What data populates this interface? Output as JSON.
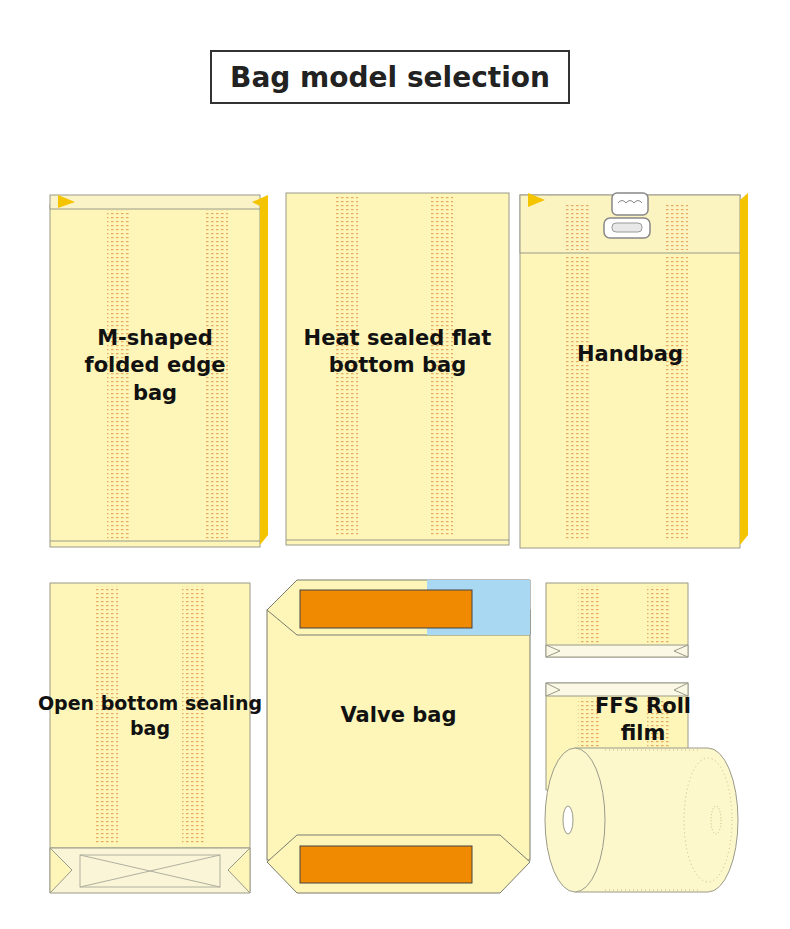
{
  "diagram": {
    "title": "Bag model selection",
    "nodes": [
      {
        "text": [
          "M-shaped folded edge bag"
        ]
      },
      {
        "text": [
          "Heat sealed flat bottom bag"
        ]
      },
      {
        "text": [
          "Handbag"
        ]
      },
      {
        "text": [
          "Open bottom sealing bag"
        ]
      },
      {
        "text": [
          "Valve bag"
        ]
      },
      {
        "text": [
          "FFS Roll film"
        ]
      }
    ]
  }
}
